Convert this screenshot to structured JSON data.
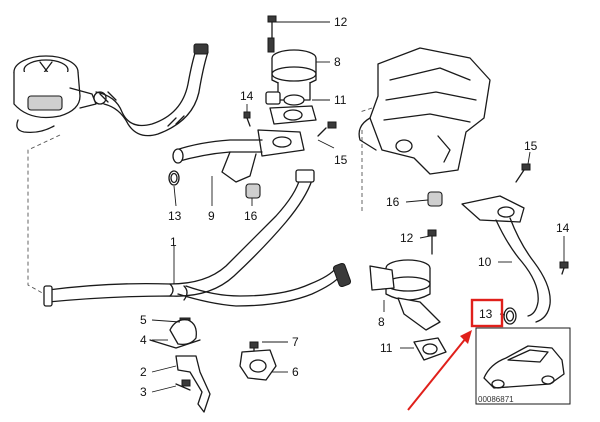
{
  "callouts": [
    {
      "id": "1",
      "label": "1"
    },
    {
      "id": "2",
      "label": "2"
    },
    {
      "id": "3",
      "label": "3"
    },
    {
      "id": "4",
      "label": "4"
    },
    {
      "id": "5",
      "label": "5"
    },
    {
      "id": "6",
      "label": "6"
    },
    {
      "id": "7",
      "label": "7"
    },
    {
      "id": "8a",
      "label": "8"
    },
    {
      "id": "8b",
      "label": "8"
    },
    {
      "id": "9",
      "label": "9"
    },
    {
      "id": "10",
      "label": "10"
    },
    {
      "id": "11a",
      "label": "11"
    },
    {
      "id": "11b",
      "label": "11"
    },
    {
      "id": "12a",
      "label": "12"
    },
    {
      "id": "12b",
      "label": "12"
    },
    {
      "id": "13a",
      "label": "13"
    },
    {
      "id": "13b",
      "label": "13"
    },
    {
      "id": "14a",
      "label": "14"
    },
    {
      "id": "14b",
      "label": "14"
    },
    {
      "id": "15a",
      "label": "15"
    },
    {
      "id": "15b",
      "label": "15"
    },
    {
      "id": "16a",
      "label": "16"
    },
    {
      "id": "16b",
      "label": "16"
    }
  ],
  "reference_number": "00086871",
  "highlight": {
    "label": "13",
    "box_color": "#e0201b",
    "arrow_color": "#e0201b"
  }
}
